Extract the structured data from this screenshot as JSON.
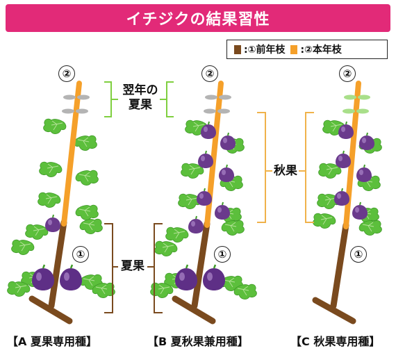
{
  "title": "イチジクの結果習性",
  "colors": {
    "banner": "#e22a78",
    "old_shoot": "#7a4a1e",
    "new_shoot": "#f5a02a",
    "leaf": "#5cbf3c",
    "fig": "#6a3a8c",
    "summer_bracket": "#7fcf3f",
    "autumn_bracket": "#f0b24a"
  },
  "legend": [
    {
      "marker": "■",
      "label": ":①前年枝"
    },
    {
      "marker": "■",
      "label": ":②本年枝"
    }
  ],
  "numbers": {
    "one": "①",
    "two": "②"
  },
  "labels": {
    "next_year_summer": [
      "翌年の",
      "夏果"
    ],
    "summer_fruit": "夏果",
    "autumn_fruit": "秋果"
  },
  "captions": [
    "【A 夏果専用種】",
    "【B 夏秋果兼用種】",
    "【C 秋果専用種】"
  ]
}
